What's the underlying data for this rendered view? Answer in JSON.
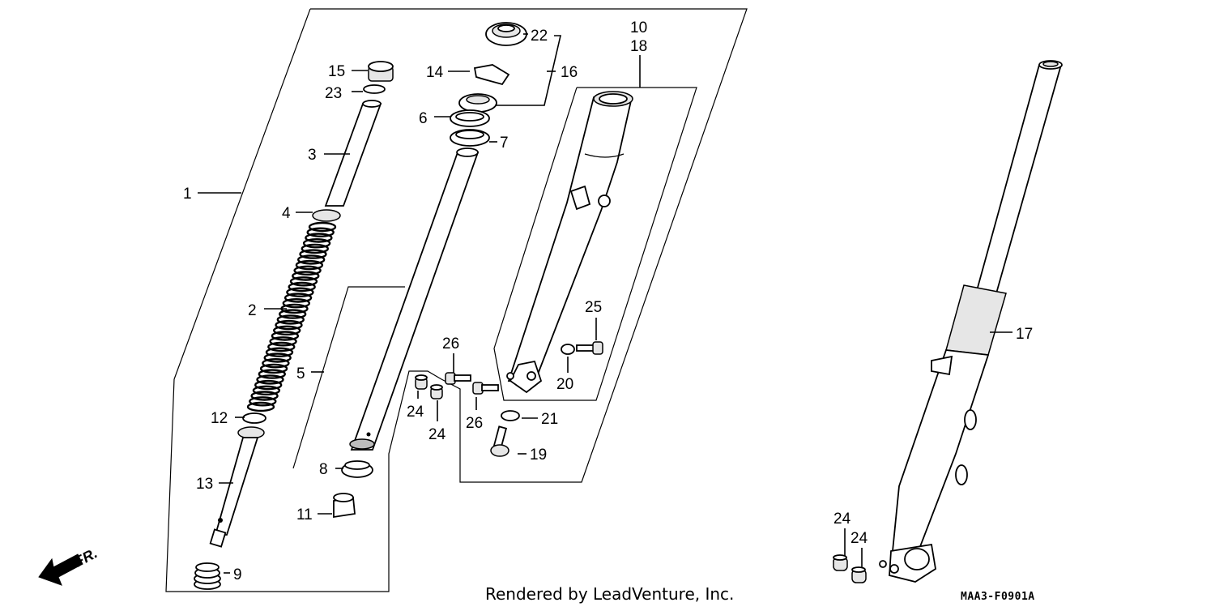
{
  "callouts": [
    {
      "id": "c1",
      "text": "1"
    },
    {
      "id": "c2",
      "text": "2"
    },
    {
      "id": "c3",
      "text": "3"
    },
    {
      "id": "c4",
      "text": "4"
    },
    {
      "id": "c5",
      "text": "5"
    },
    {
      "id": "c6",
      "text": "6"
    },
    {
      "id": "c7",
      "text": "7"
    },
    {
      "id": "c8",
      "text": "8"
    },
    {
      "id": "c9",
      "text": "9"
    },
    {
      "id": "c10",
      "text": "10"
    },
    {
      "id": "c11",
      "text": "11"
    },
    {
      "id": "c12",
      "text": "12"
    },
    {
      "id": "c13",
      "text": "13"
    },
    {
      "id": "c14",
      "text": "14"
    },
    {
      "id": "c15",
      "text": "15"
    },
    {
      "id": "c16",
      "text": "16"
    },
    {
      "id": "c17",
      "text": "17"
    },
    {
      "id": "c18",
      "text": "18"
    },
    {
      "id": "c19",
      "text": "19"
    },
    {
      "id": "c20",
      "text": "20"
    },
    {
      "id": "c21",
      "text": "21"
    },
    {
      "id": "c22",
      "text": "22"
    },
    {
      "id": "c23",
      "text": "23"
    },
    {
      "id": "c24a",
      "text": "24"
    },
    {
      "id": "c24b",
      "text": "24"
    },
    {
      "id": "c24c",
      "text": "24"
    },
    {
      "id": "c24d",
      "text": "24"
    },
    {
      "id": "c25",
      "text": "25"
    },
    {
      "id": "c26a",
      "text": "26"
    },
    {
      "id": "c26b",
      "text": "26"
    }
  ],
  "direction_label": "FR.",
  "credit": "Rendered by LeadVenture, Inc.",
  "diagram_code": "MAA3-F0901A"
}
